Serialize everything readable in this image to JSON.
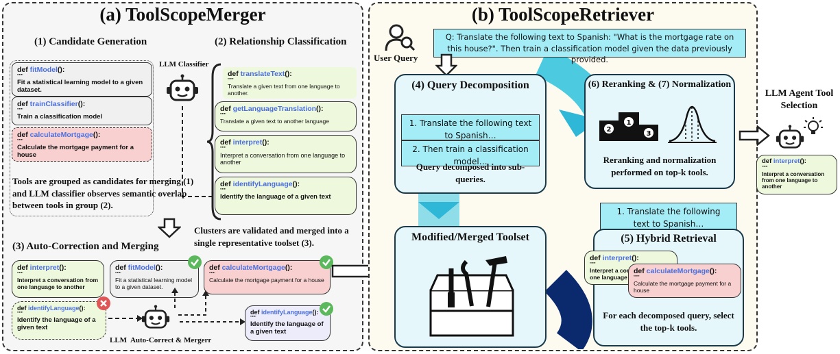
{
  "left": {
    "title": "(a) ToolScopeMerger",
    "sec1": "(1) Candidate Generation",
    "sec2": "(2) Relationship Classification",
    "sec3": "(3) Auto-Correction and Merging",
    "classifier_label": "LLM Classifier",
    "grouping_text": "Tools are grouped as candidates for merging (1) and LLM classifier observes semantic overlap between tools in group (2).",
    "cluster_text": "Clusters are validated and merged into a single representative toolset (3).",
    "merger_label": "LLM  Auto-Correct & Mergerr",
    "def": "def",
    "quotes": "\"\"\"\"\"",
    "candidates": [
      {
        "fn": "fitModel",
        "doc": "Fit a statistical learning model to a given dataset."
      },
      {
        "fn": "trainClassifier",
        "doc": "Train a classification model"
      },
      {
        "fn": "calculateMortgage",
        "doc": "Calculate the mortgage payment for a house"
      }
    ],
    "relations": [
      {
        "fn": "translateText",
        "doc": "Translate a given text from one language to another."
      },
      {
        "fn": "getLanguageTranslation",
        "doc": "Translate a given text to another language"
      },
      {
        "fn": "interpret",
        "doc": "Interpret a conversation from one language to another"
      },
      {
        "fn": "identifyLanguage",
        "doc": "Identify the language of a given text"
      }
    ],
    "merge": [
      {
        "fn": "interpret",
        "doc": "Interpret a conversation from one language to another"
      },
      {
        "fn": "fitModel",
        "doc": "Fit a statistical learning model to a given dataset."
      },
      {
        "fn": "calculateMortgage",
        "doc": "Calculate the mortgage payment for a house"
      },
      {
        "fn": "identifyLanguage",
        "doc": "Identify the language of a given text"
      },
      {
        "fn": "identifyLanguage",
        "doc": "Identify the language of a given text"
      }
    ]
  },
  "right": {
    "title": "(b) ToolScopeRetriever",
    "user_query_label": "User Query",
    "query": "Q: Translate the following text to Spanish: \"What is the mortgage rate on this house?\". Then train a classification model given the data previously provided.",
    "decomp_title": "(4) Query Decomposition",
    "subquery1": "1. Translate the following text to Spanish…",
    "subquery2": "2. Then train a classification model…",
    "decomp_caption": "Query decomposed into sub-queries.",
    "rerank_title": "(6) Reranking & (7) Normalization",
    "rerank_caption": "Reranking and normalization performed on top-k tools.",
    "toolset_title": "Modified/Merged Toolset",
    "hybrid_subquery": "1. Translate the following text to Spanish…",
    "hybrid_title": "(5) Hybrid Retrieval",
    "hybrid_caption": "For each decomposed query, select the top-k tools.",
    "hybrid_tools": [
      {
        "fn": "interpret",
        "doc": "Interpret a conversation from one language to another"
      },
      {
        "fn": "calculateMortgage",
        "doc": "Calculate the mortgage payment for a house"
      }
    ],
    "agent_label": "LLM Agent Tool Selection",
    "agent_tool": {
      "fn": "interpret",
      "doc": "Interpret a conversation from one language to another"
    },
    "podium": [
      "2",
      "1",
      "3"
    ]
  },
  "colors": {
    "accent_blue": "#4a6fe0",
    "cyan": "#a4ecf6",
    "green_check": "#5cb85c",
    "red_x": "#e05555",
    "arc_light": "#4ccbe0",
    "arc_dark": "#0b2a6e"
  }
}
